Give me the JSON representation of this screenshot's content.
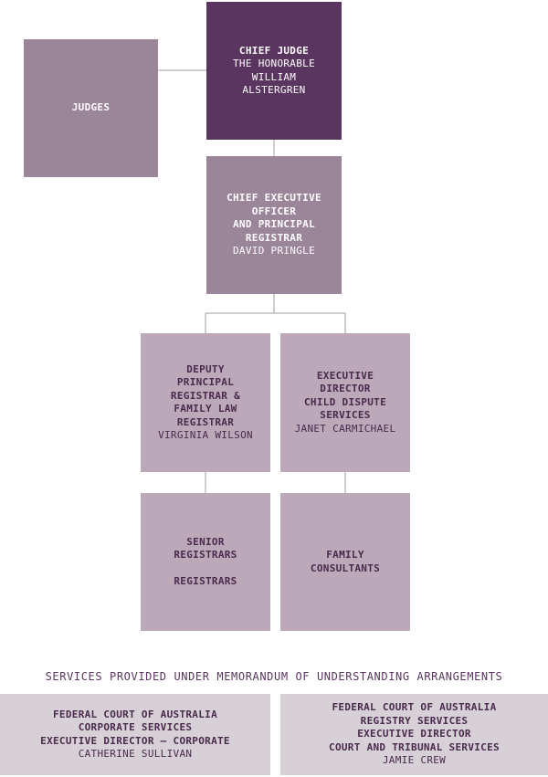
{
  "chief_judge": {
    "role": "CHIEF JUDGE",
    "name_lines": [
      "THE HONORABLE",
      "WILLIAM",
      "ALSTERGREN"
    ]
  },
  "judges": {
    "label": "JUDGES"
  },
  "ceo": {
    "role_lines": [
      "CHIEF EXECUTIVE",
      "OFFICER",
      "AND PRINCIPAL",
      "REGISTRAR"
    ],
    "name": "DAVID PRINGLE"
  },
  "deputy": {
    "role_lines": [
      "DEPUTY",
      "PRINCIPAL",
      "REGISTRAR &",
      "FAMILY LAW",
      "REGISTRAR"
    ],
    "name": "VIRGINIA WILSON"
  },
  "exec_child": {
    "role_lines": [
      "EXECUTIVE",
      "DIRECTOR",
      "CHILD DISPUTE",
      "SERVICES"
    ],
    "name": "JANET CARMICHAEL"
  },
  "senior_registrars": {
    "line1": "SENIOR",
    "line2": "REGISTRARS",
    "line3": "REGISTRARS"
  },
  "family_consultants": {
    "line1": "FAMILY",
    "line2": "CONSULTANTS"
  },
  "mou_heading": "SERVICES PROVIDED UNDER MEMORANDUM OF UNDERSTANDING ARRANGEMENTS",
  "mou_left": {
    "lines": [
      "FEDERAL COURT OF AUSTRALIA",
      "CORPORATE SERVICES",
      "EXECUTIVE DIRECTOR — CORPORATE"
    ],
    "name": "CATHERINE SULLIVAN"
  },
  "mou_right": {
    "lines": [
      "FEDERAL COURT OF AUSTRALIA",
      "REGISTRY SERVICES",
      "EXECUTIVE DIRECTOR",
      "COURT AND TRIBUNAL SERVICES"
    ],
    "name": "JAMIE CREW"
  },
  "colors": {
    "dark": "#5a3560",
    "mid": "#9b8599",
    "light": "#bba8b8",
    "pale": "#d7d0d7",
    "text": "#4a2a4c"
  }
}
